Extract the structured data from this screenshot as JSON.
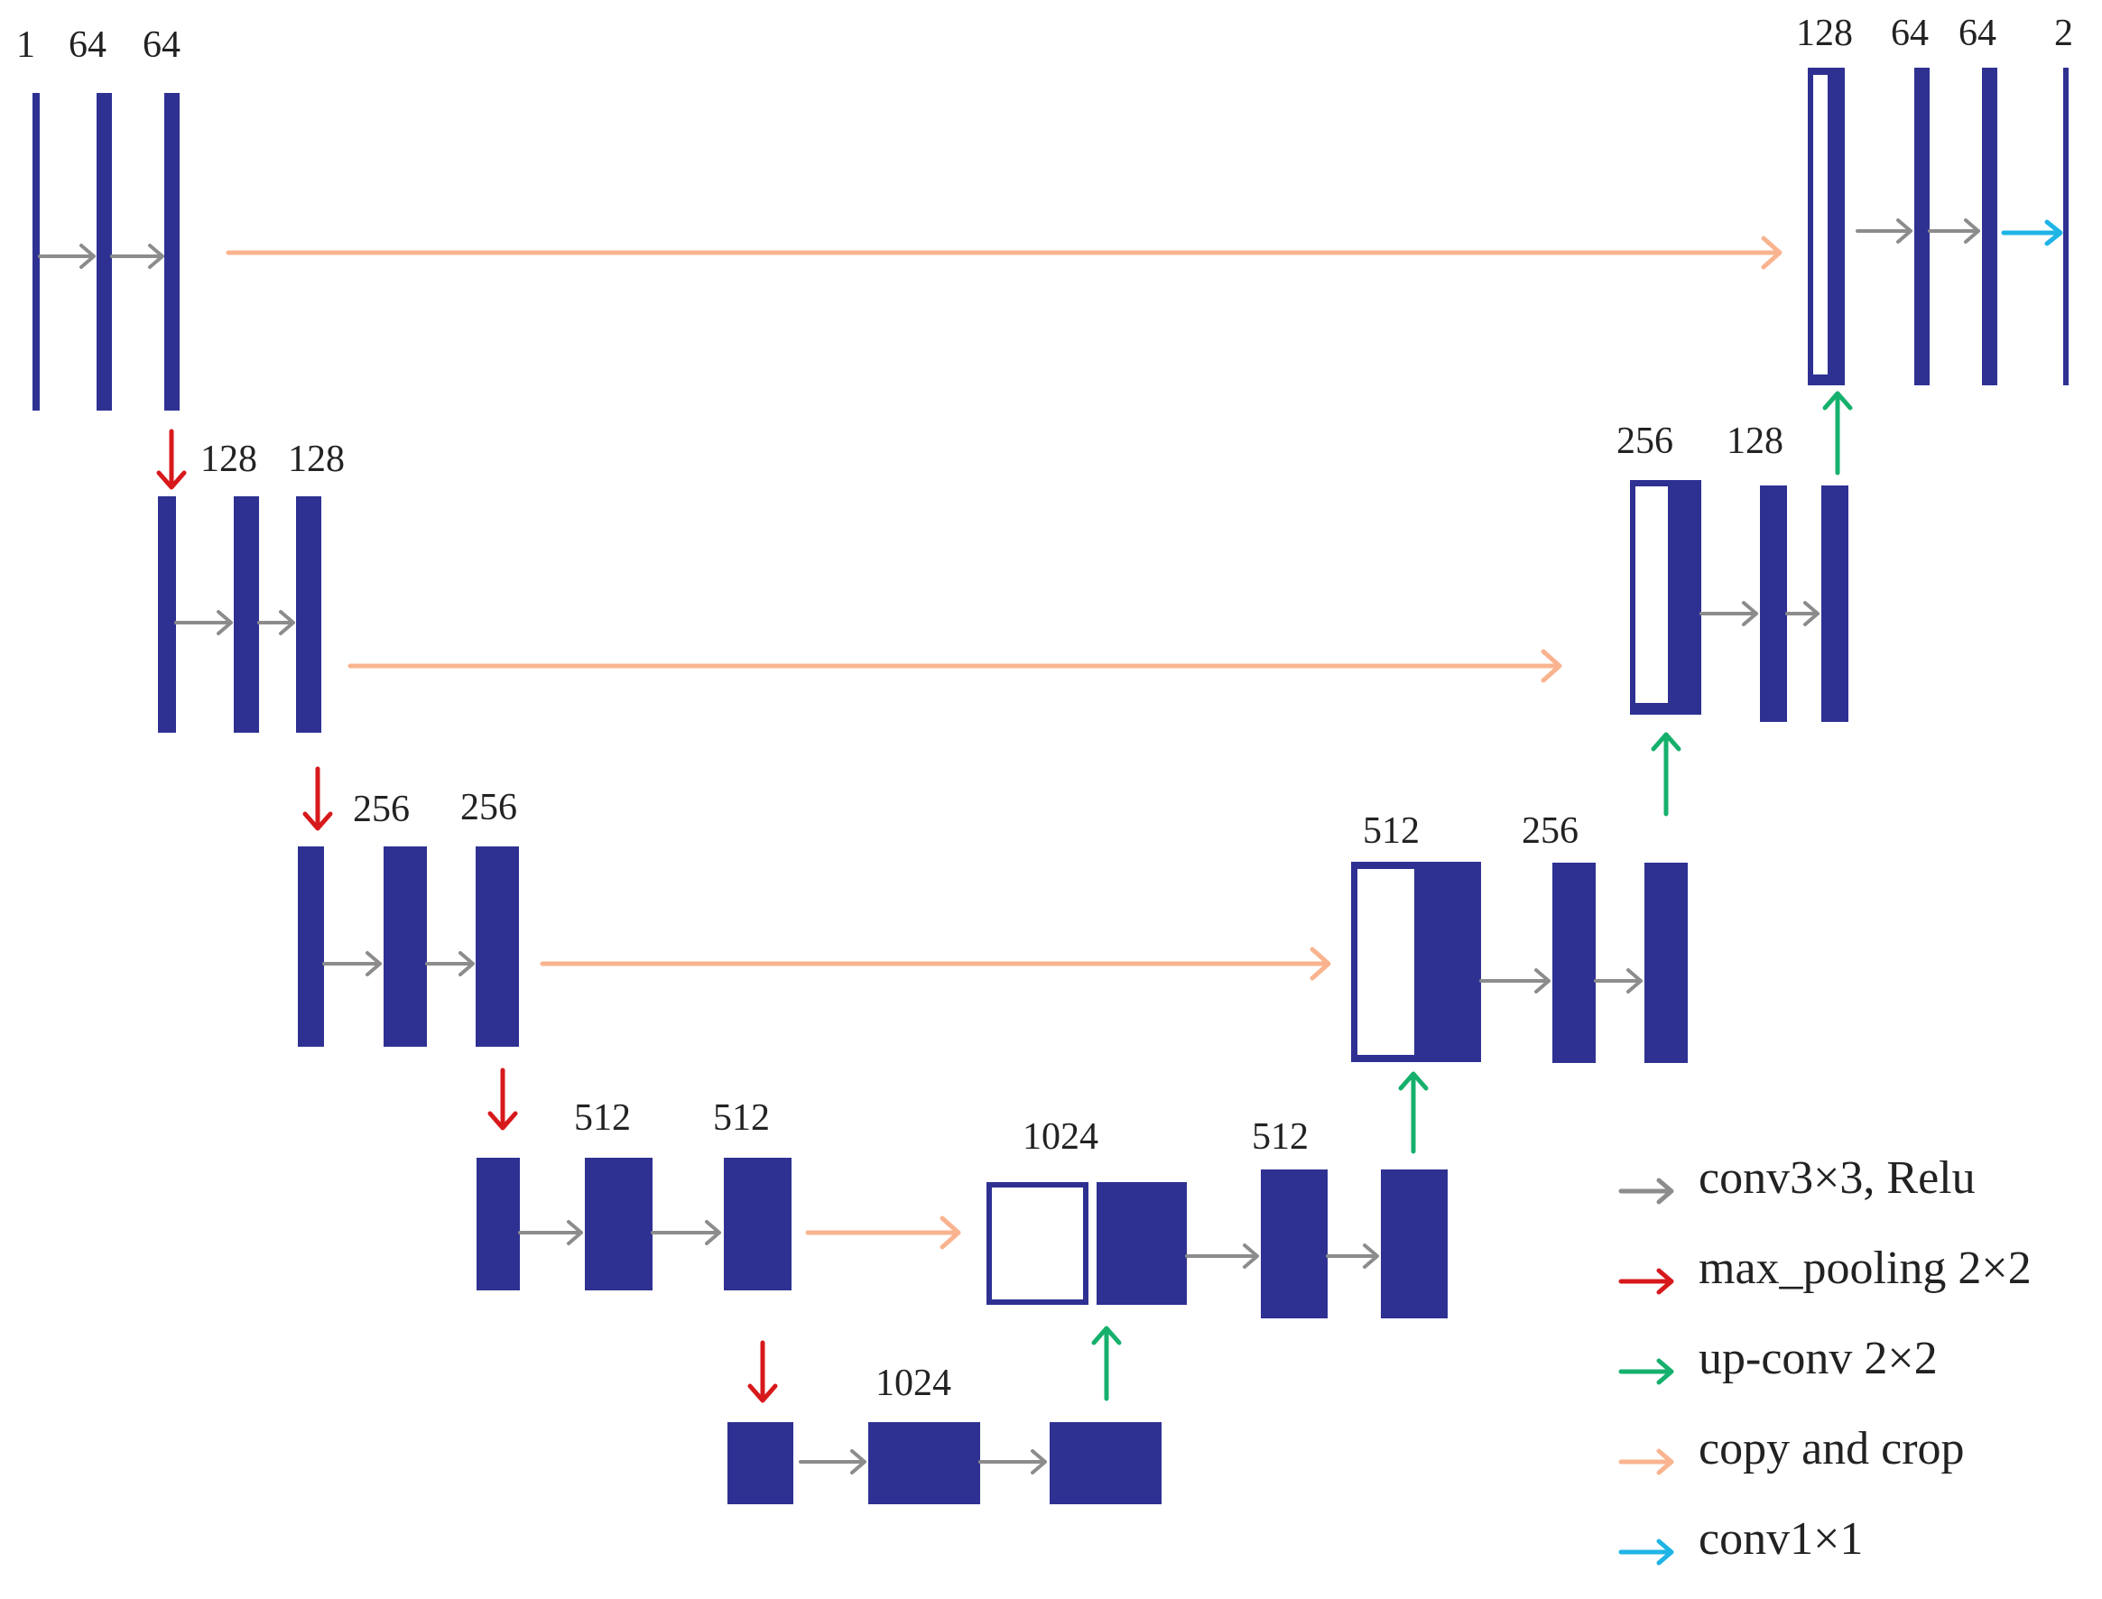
{
  "colors": {
    "block": "#2e3192",
    "conv3x3": "#8c8c8c",
    "max_pool": "#d7191c",
    "up_conv": "#16b06d",
    "copy_crop": "#f9b48f",
    "conv1x1": "#1fb4e6"
  },
  "labels": {
    "l1_a": "1",
    "l1_b": "64",
    "l1_c": "64",
    "l2_a": "128",
    "l2_b": "128",
    "l3_a": "256",
    "l3_b": "256",
    "l4_a": "512",
    "l4_b": "512",
    "l5": "1024",
    "d4_a": "1024",
    "d4_b": "512",
    "d3_a": "512",
    "d3_b": "256",
    "d2_a": "256",
    "d2_b": "128",
    "d1_a": "128",
    "d1_b": "64",
    "d1_c": "64",
    "d1_d": "2"
  },
  "legend": [
    {
      "icon": "gray-arrow-icon",
      "label": "conv3×3, Relu"
    },
    {
      "icon": "red-arrow-icon",
      "label": "max_pooling 2×2"
    },
    {
      "icon": "green-arrow-icon",
      "label": "up-conv 2×2"
    },
    {
      "icon": "orange-arrow-icon",
      "label": "copy and crop"
    },
    {
      "icon": "blue-arrow-icon",
      "label": "conv1×1"
    }
  ]
}
